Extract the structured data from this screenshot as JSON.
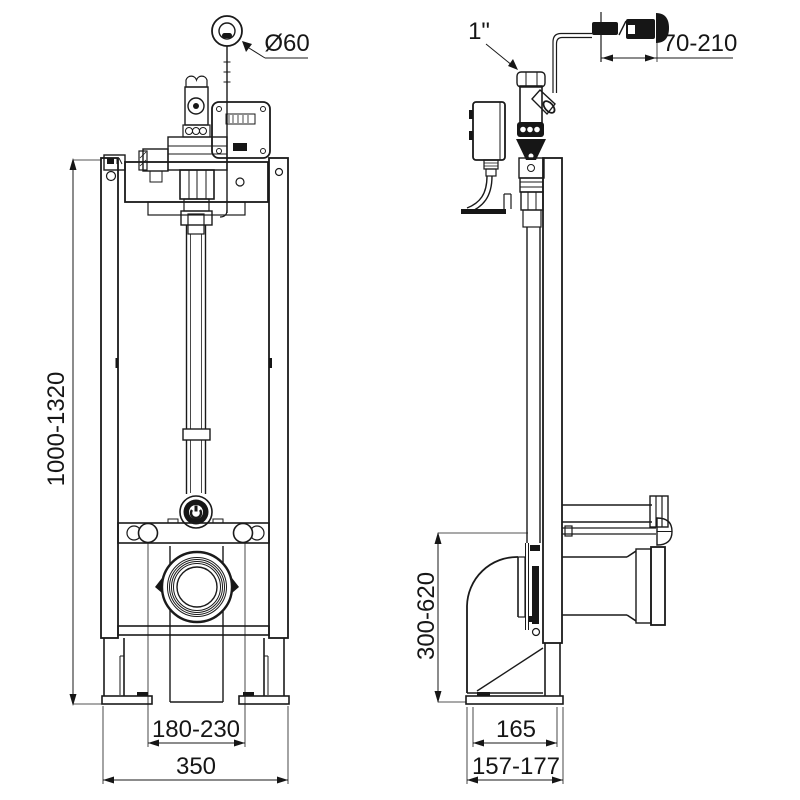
{
  "colors": {
    "line": "#1a1a1a",
    "dark_fill": "#161616",
    "background": "#ffffff"
  },
  "labels": {
    "button_diameter": "Ø60",
    "inlet_size": "1\"",
    "button_depth_range": "70-210",
    "frame_height_range": "1000-1320",
    "outlet_height_range": "300-620",
    "fixing_stud_spacing": "180-230",
    "frame_width": "350",
    "base_depth_inner": "165",
    "base_depth_range": "157-177"
  }
}
